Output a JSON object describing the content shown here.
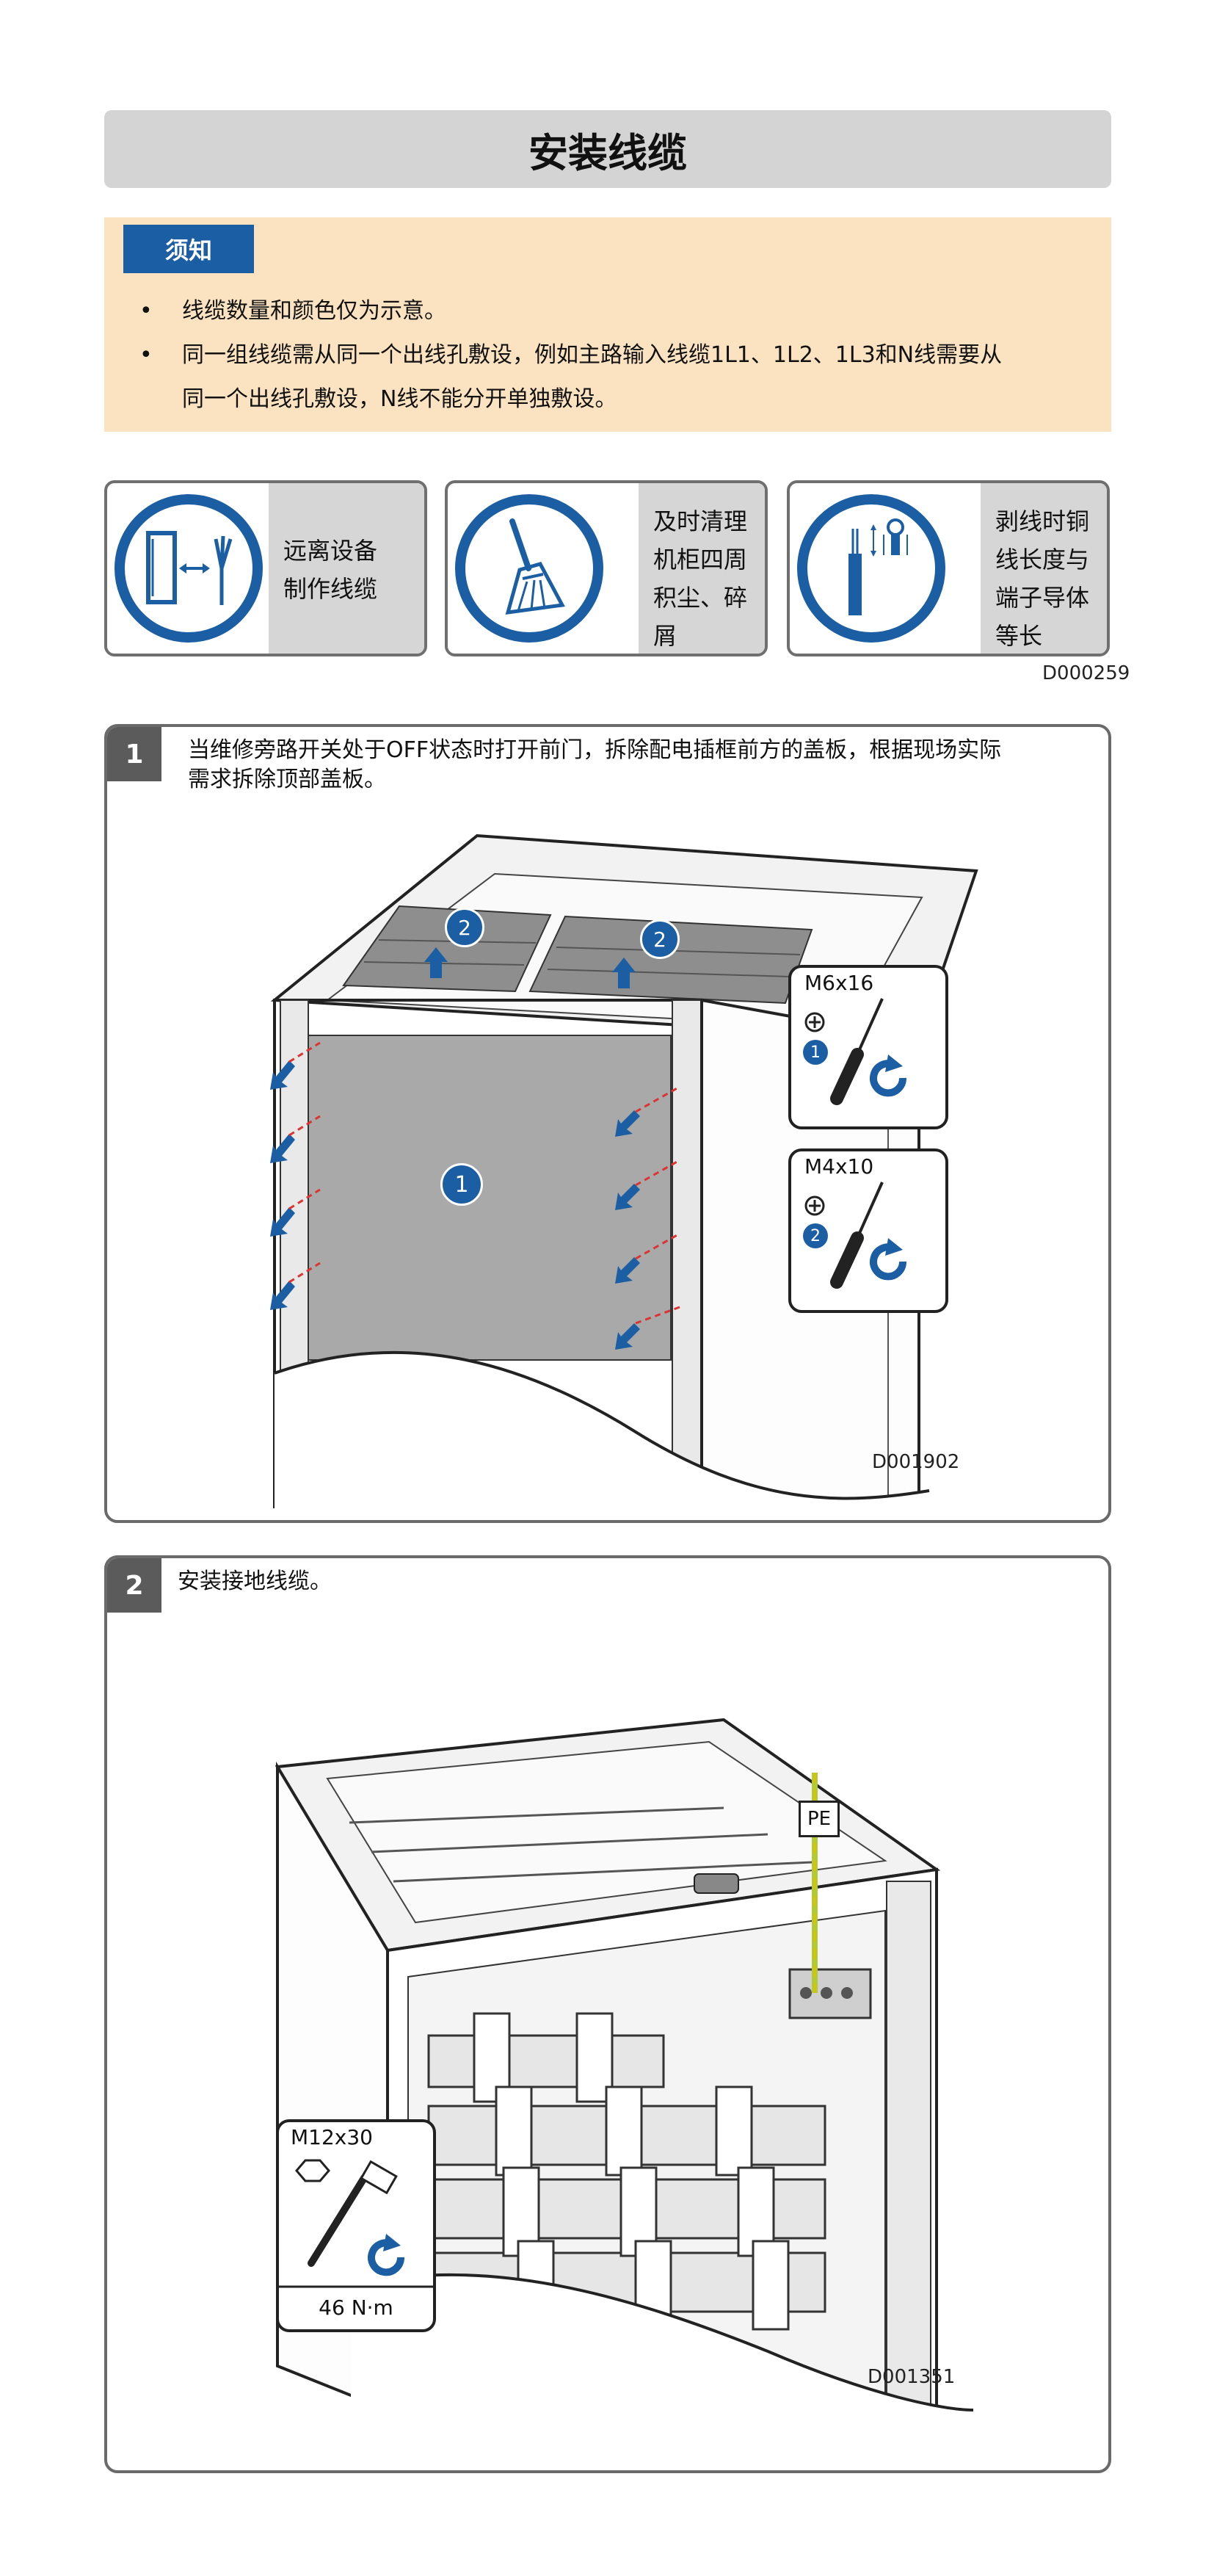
{
  "title": "安装线缆",
  "notice": {
    "tag": "须知",
    "bullets": [
      "线缆数量和颜色仅为示意。",
      "同一组线缆需从同一个出线孔敷设，例如主路输入线缆1L1、1L2、1L3和N线需要从",
      "同一个出线孔敷设，N线不能分开单独敷设。"
    ],
    "bullet_symbol": "•"
  },
  "tips": [
    {
      "lines": [
        "远离设备",
        "制作线缆"
      ],
      "icon": "cable-away-from-cabinet-icon"
    },
    {
      "lines": [
        "及时清理",
        "机柜四周",
        "积尘、碎",
        "屑"
      ],
      "icon": "broom-icon"
    },
    {
      "lines": [
        "剥线时铜",
        "线长度与",
        "端子导体",
        "等长"
      ],
      "icon": "wire-strip-icon"
    }
  ],
  "tips_code": "D000259",
  "step1": {
    "number": "1",
    "text_line1": "当维修旁路开关处于OFF状态时打开前门，拆除配电插框前方的盖板，根据现场实际",
    "text_line2": "需求拆除顶部盖板。",
    "callout_1": "1",
    "callout_2": "2",
    "tool1": {
      "screw": "M6x16",
      "num": "1"
    },
    "tool2": {
      "screw": "M4x10",
      "num": "2"
    },
    "code": "D001902"
  },
  "step2": {
    "number": "2",
    "text": "安装接地线缆。",
    "pe_label": "PE",
    "tool": {
      "screw": "M12x30",
      "torque": "46 N·m"
    },
    "code": "D001351"
  },
  "colors": {
    "blue": "#1c5ea3",
    "notice_bg": "#fbe3c2",
    "title_bg": "#d4d4d4",
    "step_gray": "#5b5b5b",
    "pe_wire": "#b5c933"
  }
}
